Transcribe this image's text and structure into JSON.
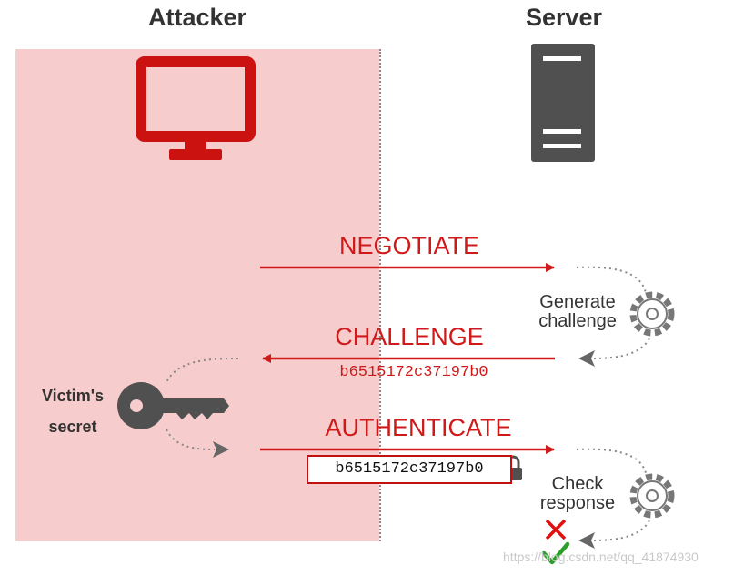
{
  "columns": {
    "left": "Attacker",
    "right": "Server"
  },
  "messages": {
    "negotiate": "NEGOTIATE",
    "challenge": "CHALLENGE",
    "authenticate": "AUTHENTICATE"
  },
  "challenge_value": "b6515172c37197b0",
  "auth_value": "b6515172c37197b0",
  "labels": {
    "generate": "Generate challenge",
    "generate_line1": "Generate",
    "generate_line2": "challenge",
    "check": "Check response",
    "check_line1": "Check",
    "check_line2": "response",
    "secret_line1": "Victim's",
    "secret_line2": "secret"
  },
  "watermark": "https://blog.csdn.net/qq_41874930",
  "icons": [
    "monitor-icon",
    "server-icon",
    "gear-icon",
    "key-icon",
    "lock-icon",
    "cross-icon",
    "check-icon"
  ],
  "colors": {
    "accent": "#d01919",
    "zone": "#f7cccc",
    "icon_gray": "#555555"
  }
}
